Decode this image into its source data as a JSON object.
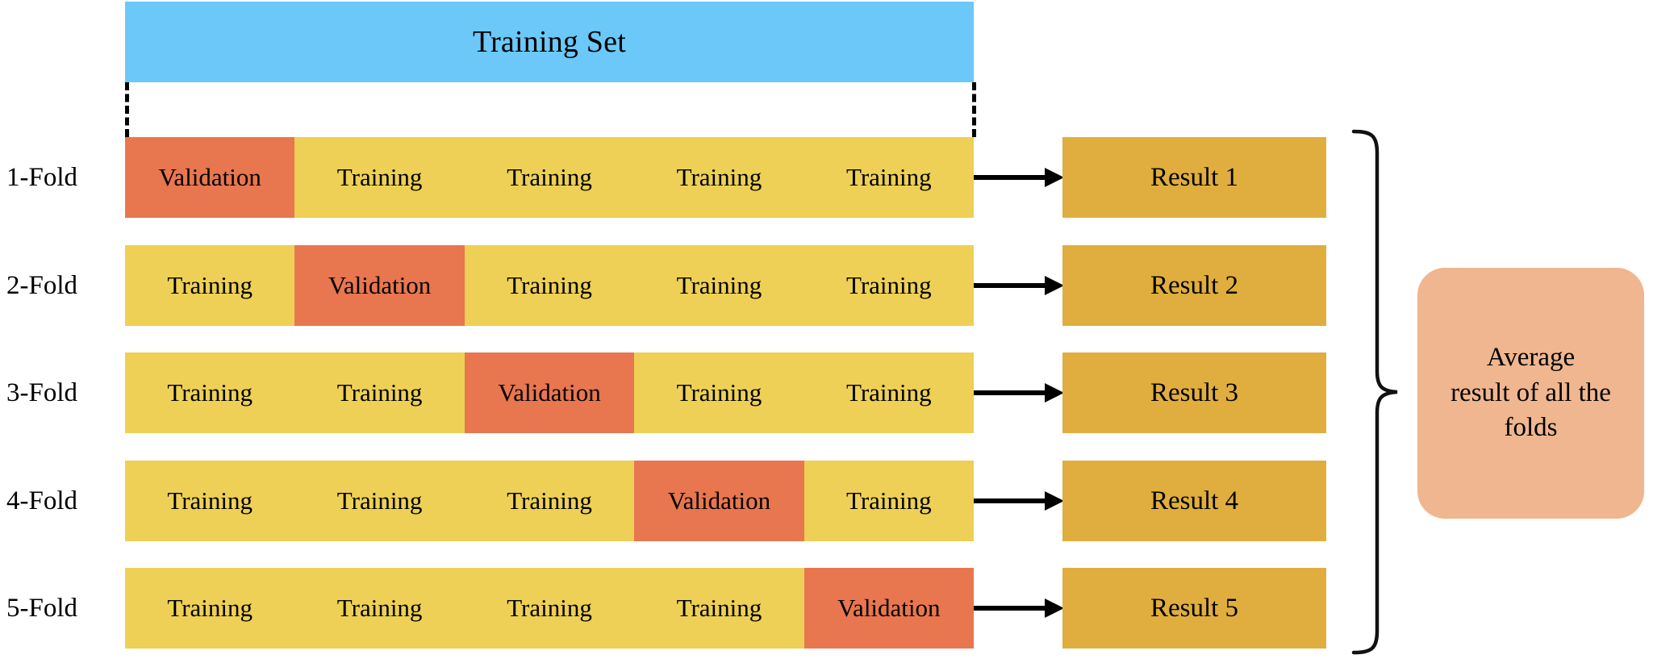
{
  "diagram": {
    "title_banner": {
      "label": "Training Set",
      "color": "#6BC8F9"
    },
    "colors": {
      "training": "#EDD055",
      "validation": "#E8764F",
      "result": "#E0AE3E",
      "average": "#EFB68F",
      "banner": "#6BC8F9",
      "line": "#000000"
    },
    "segment_labels": {
      "training": "Training",
      "validation": "Validation"
    },
    "folds": [
      {
        "label": "1-Fold",
        "validation_index": 0,
        "segments": [
          "Validation",
          "Training",
          "Training",
          "Training",
          "Training"
        ],
        "result": "Result 1"
      },
      {
        "label": "2-Fold",
        "validation_index": 1,
        "segments": [
          "Training",
          "Validation",
          "Training",
          "Training",
          "Training"
        ],
        "result": "Result 2"
      },
      {
        "label": "3-Fold",
        "validation_index": 2,
        "segments": [
          "Training",
          "Training",
          "Validation",
          "Training",
          "Training"
        ],
        "result": "Result 3"
      },
      {
        "label": "4-Fold",
        "validation_index": 3,
        "segments": [
          "Training",
          "Training",
          "Training",
          "Validation",
          "Training"
        ],
        "result": "Result 4"
      },
      {
        "label": "5-Fold",
        "validation_index": 4,
        "segments": [
          "Training",
          "Training",
          "Training",
          "Training",
          "Validation"
        ],
        "result": "Result 5"
      }
    ],
    "average_box": {
      "line1": "Average",
      "line2": "result of all the",
      "line3": "folds"
    }
  }
}
